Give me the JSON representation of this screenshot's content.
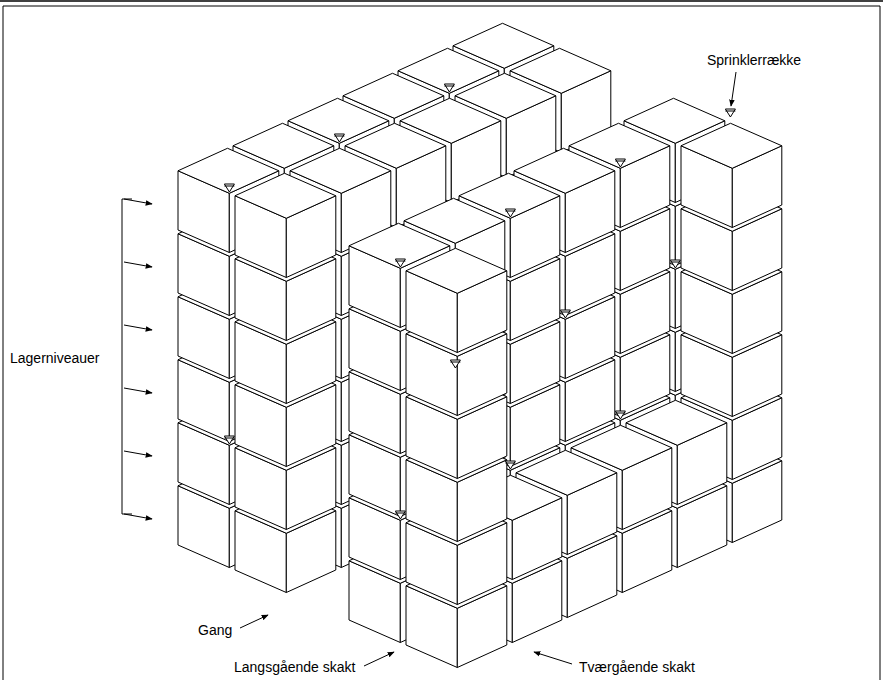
{
  "diagram": {
    "labels": [
      "Sprinklerrække",
      "Lagerniveauer",
      "Gang",
      "Langsgående skakt",
      "Tværgående skakt"
    ]
  }
}
